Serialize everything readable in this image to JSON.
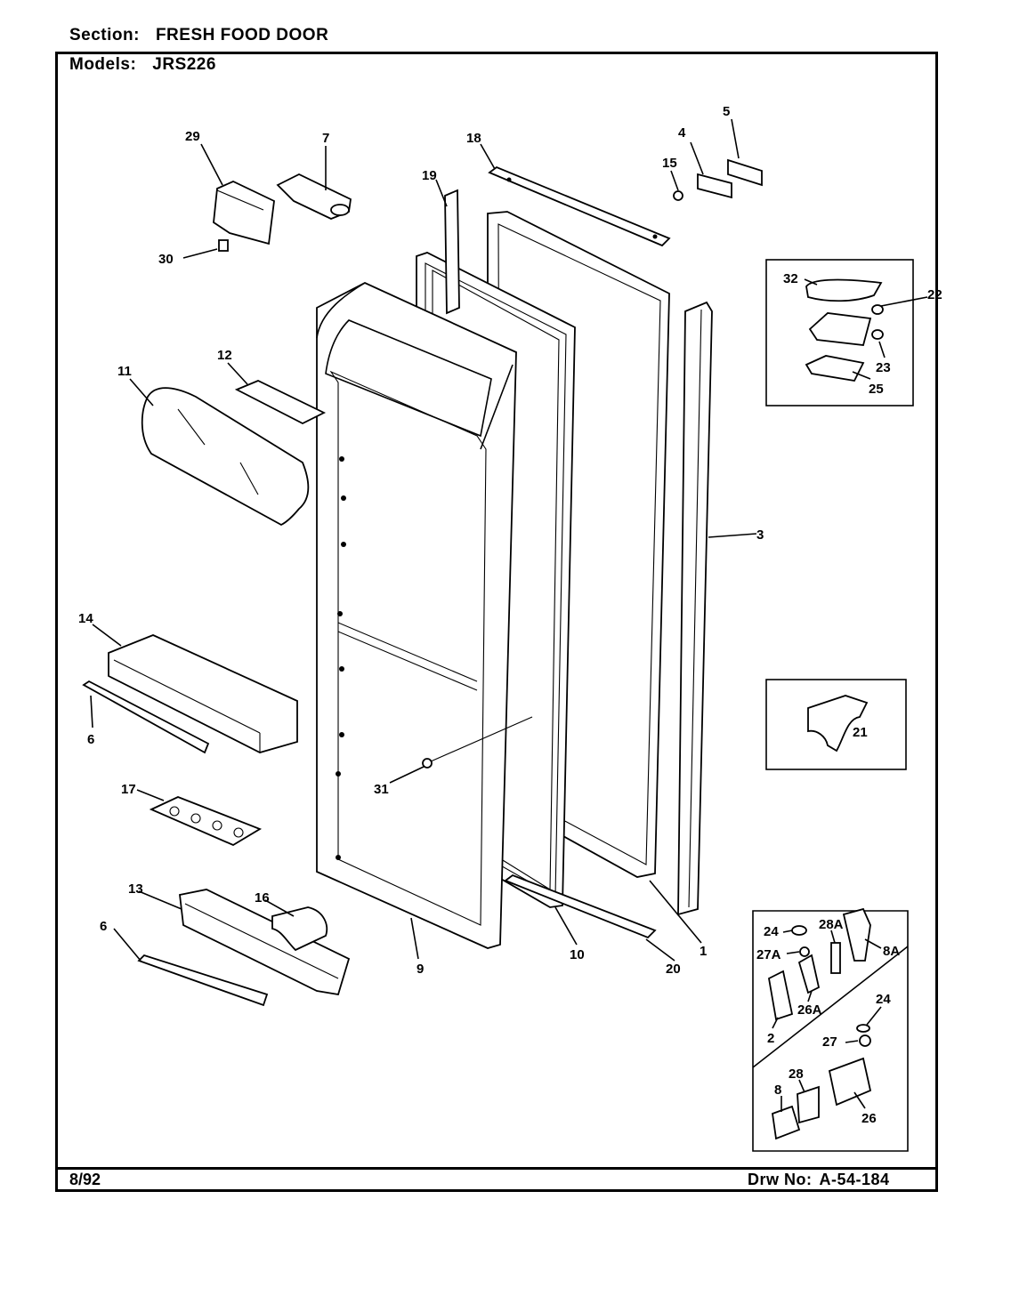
{
  "header": {
    "section_label": "Section:",
    "section_value": "FRESH FOOD DOOR",
    "models_label": "Models:",
    "models_value": "JRS226"
  },
  "footer": {
    "date": "8/92",
    "drawing_label": "Drw No:",
    "drawing_number": "A-54-184"
  },
  "callouts": {
    "c29": "29",
    "c7": "7",
    "c30": "30",
    "c18": "18",
    "c19": "19",
    "c15": "15",
    "c4": "4",
    "c5": "5",
    "c32": "32",
    "c22": "22",
    "c23": "23",
    "c25": "25",
    "c12": "12",
    "c11": "11",
    "c3": "3",
    "c14": "14",
    "c6a": "6",
    "c21": "21",
    "c31": "31",
    "c17": "17",
    "c13": "13",
    "c16": "16",
    "c6b": "6",
    "c9": "9",
    "c10": "10",
    "c20": "20",
    "c1": "1",
    "c24a": "24",
    "c28a": "28A",
    "c8a": "8A",
    "c27a": "27A",
    "c26a": "26A",
    "c2": "2",
    "c24b": "24",
    "c27": "27",
    "c28": "28",
    "c8": "8",
    "c26": "26"
  }
}
